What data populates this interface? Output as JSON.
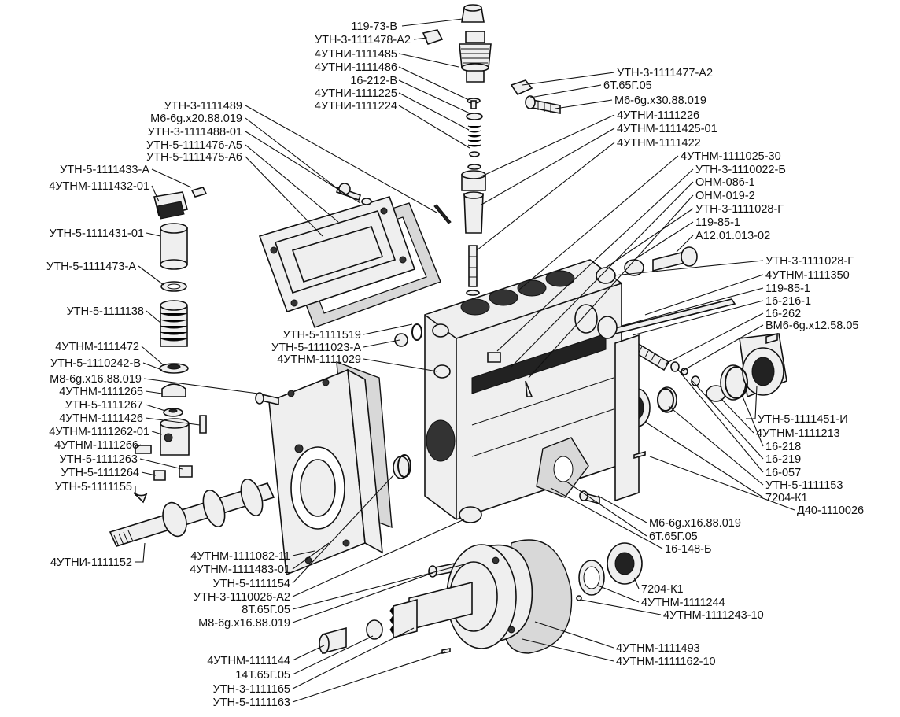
{
  "labels": {
    "l01": "119-73-В",
    "l02": "УТН-3-1111478-А2",
    "l03": "4УТНИ-1111485",
    "l04": "4УТНИ-1111486",
    "l05": "16-212-В",
    "l06": "4УТНИ-1111225",
    "l07": "4УТНИ-1111224",
    "l08": "УТН-3-1111489",
    "l09": "М6-6g.х20.88.019",
    "l10": "УТН-3-1111488-01",
    "l11": "УТН-5-1111476-А5",
    "l12": "УТН-5-1111475-А6",
    "l13": "УТН-5-1111433-А",
    "l14": "4УТНМ-1111432-01",
    "l15": "УТН-5-1111431-01",
    "l16": "УТН-5-1111473-А",
    "l17": "УТН-5-1111138",
    "l18": "4УТНМ-1111472",
    "l19": "УТН-5-1110242-В",
    "l20": "М8-6g.х16.88.019",
    "l21": "4УТНМ-1111265",
    "l22": "УТН-5-1111267",
    "l23": "4УТНМ-1111426",
    "l24": "4УТНМ-1111262-01",
    "l25": "4УТНМ-1111266",
    "l26": "УТН-5-1111263",
    "l27": "УТН-5-1111264",
    "l28": "УТН-5-1111155",
    "l29": "4УТНИ-1111152",
    "l30": "4УТНМ-1111082-11",
    "l31": "4УТНМ-1111483-01",
    "l32": "УТН-5-1111154",
    "l33": "УТН-3-1110026-А2",
    "l34": "8Т.65Г.05",
    "l35": "М8-6g.х16.88.019",
    "l36": "4УТНМ-1111144",
    "l37": "14Т.65Г.05",
    "l38": "УТН-3-1111165",
    "l39": "УТН-5-1111163",
    "l40": "УТН-5-1111519",
    "l41": "УТН-5-1111023-А",
    "l42": "4УТНМ-1111029",
    "r01": "УТН-3-1111477-А2",
    "r02": "6Т.65Г.05",
    "r03": "М6-6g.х30.88.019",
    "r04": "4УТНИ-1111226",
    "r05": "4УТНМ-1111425-01",
    "r06": "4УТНМ-1111422",
    "r07": "4УТНМ-1111025-30",
    "r08": "УТН-3-1110022-Б",
    "r09": "ОНМ-086-1",
    "r10": "ОНМ-019-2",
    "r11": "УТН-3-1111028-Г",
    "r12": "119-85-1",
    "r13": "А12.01.013-02",
    "r14": "УТН-3-1111028-Г",
    "r15": "4УТНМ-1111350",
    "r16": "119-85-1",
    "r17": "16-216-1",
    "r18": "16-262",
    "r19": "ВМ6-6g.х12.58.05",
    "r20": "УТН-5-1111451-И",
    "r21": "4УТНМ-1111213",
    "r22": "16-218",
    "r23": "16-219",
    "r24": "16-057",
    "r25": "УТН-5-1111153",
    "r26": "7204-К1",
    "r27": "Д40-1110026",
    "r28": "М6-6g.х16.88.019",
    "r29": "6Т.65Г.05",
    "r30": "16-148-Б",
    "r31": "7204-К1",
    "r32": "4УТНМ-1111244",
    "r33": "4УТНМ-1111243-10",
    "r34": "4УТНМ-1111493",
    "r35": "4УТНМ-1111162-10"
  },
  "icons": {
    "parts": [
      "pump-housing",
      "cover-gasket",
      "front-flange",
      "camshaft",
      "spring",
      "bearing",
      "gear-coupling",
      "valve-holder",
      "bolt",
      "washer"
    ]
  }
}
